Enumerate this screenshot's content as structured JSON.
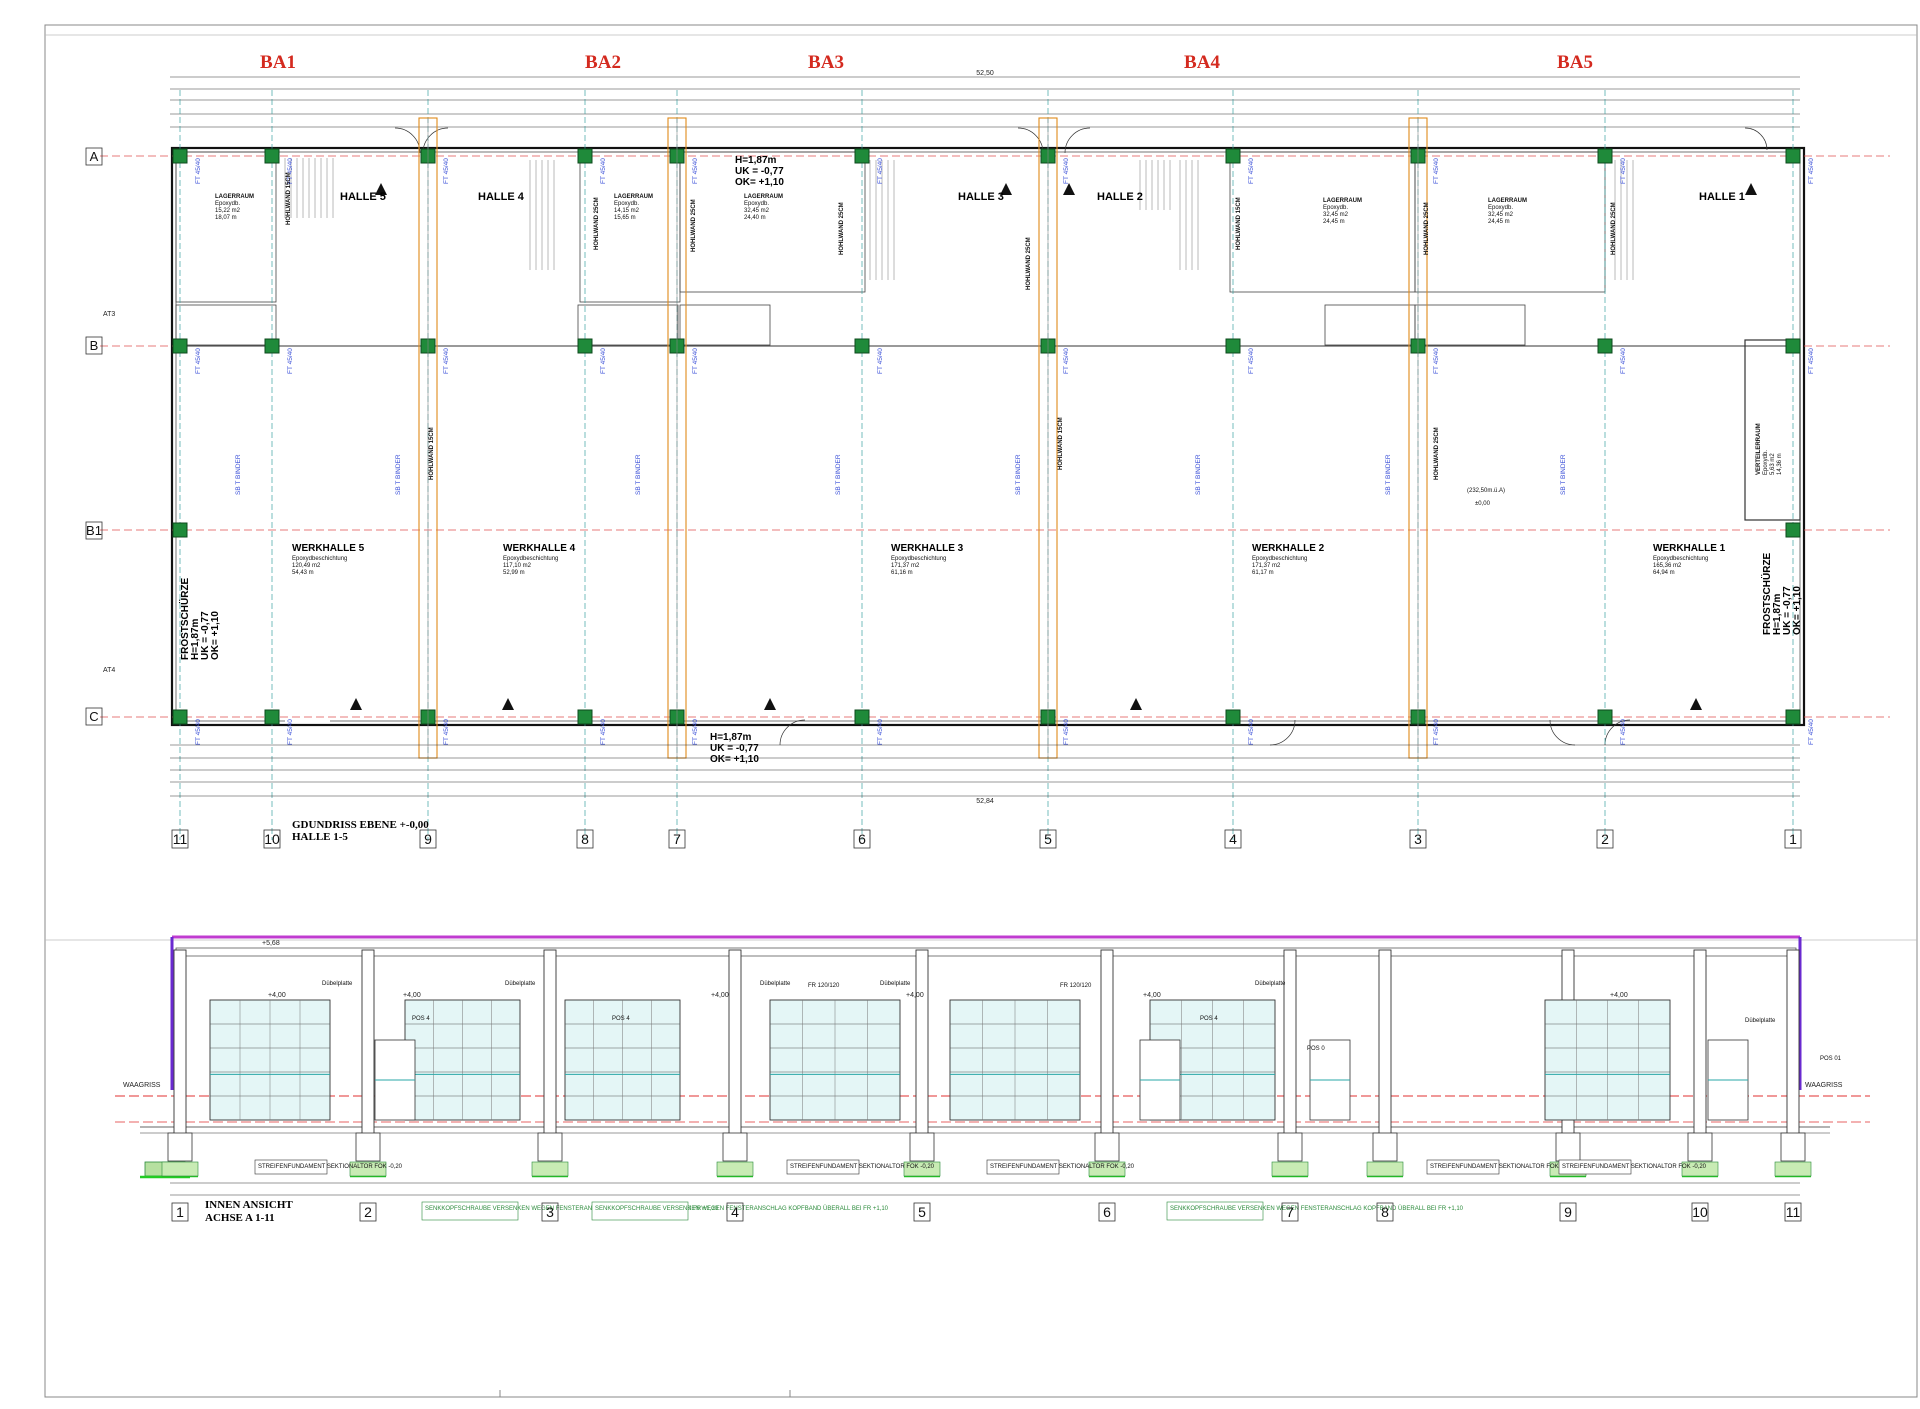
{
  "section_labels": [
    "BA1",
    "BA2",
    "BA3",
    "BA4",
    "BA5"
  ],
  "plan": {
    "title_line1": "GDUNDRISS EBENE +-0,00",
    "title_line2": "HALLE 1-5",
    "row_labels": [
      "A",
      "B",
      "B1",
      "C"
    ],
    "row_aux_labels": [
      "AT3",
      "AT4"
    ],
    "axis_labels": [
      "11",
      "10",
      "9",
      "8",
      "7",
      "6",
      "5",
      "4",
      "3",
      "2",
      "1"
    ],
    "total_top": "52,50",
    "total_bottom": "52,84",
    "halls": [
      {
        "name": "HALLE 5"
      },
      {
        "name": "HALLE 4"
      },
      {
        "name": "HALLE 3"
      },
      {
        "name": "HALLE 2"
      },
      {
        "name": "HALLE 1"
      }
    ],
    "workshops": [
      {
        "name": "WERKHALLE 5",
        "finish": "Epoxydbeschichtung",
        "area": "120,49 m2",
        "perimeter": "54,43  m"
      },
      {
        "name": "WERKHALLE 4",
        "finish": "Epoxydbeschichtung",
        "area": "117,10 m2",
        "perimeter": "52,99  m"
      },
      {
        "name": "WERKHALLE 3",
        "finish": "Epoxydbeschichtung",
        "area": "171,37 m2",
        "perimeter": "61,16  m"
      },
      {
        "name": "WERKHALLE 2",
        "finish": "Epoxydbeschichtung",
        "area": "171,37 m2",
        "perimeter": "61,17  m"
      },
      {
        "name": "WERKHALLE 1",
        "finish": "Epoxydbeschichtung",
        "area": "165,36 m2",
        "perimeter": "64,94  m"
      }
    ],
    "storerooms": [
      {
        "name": "LAGERRAUM",
        "finish": "Epoxydb.",
        "area": "15,22 m2",
        "perimeter": "18,07  m"
      },
      {
        "name": "LAGERRAUM",
        "finish": "Epoxydb.",
        "area": "14,15 m2",
        "perimeter": "15,65  m"
      },
      {
        "name": "LAGERRAUM",
        "finish": "Epoxydb.",
        "area": "32,45 m2",
        "perimeter": "24,40  m"
      },
      {
        "name": "LAGERRAUM",
        "finish": "Epoxydb.",
        "area": "32,45 m2",
        "perimeter": "24,45  m"
      },
      {
        "name": "LAGERRAUM",
        "finish": "Epoxydb.",
        "area": "32,45 m2",
        "perimeter": "24,45  m"
      }
    ],
    "wall_labels": [
      "HOHLWAND 15CM",
      "HOHLWAND 15CM",
      "HOHLWAND 25CM",
      "HOHLWAND 25CM",
      "HOHLWAND 25CM",
      "HOHLWAND 25CM",
      "HOHLWAND 15CM",
      "HOHLWAND 15CM",
      "HOHLWAND 25CM",
      "HOHLWAND 25CM",
      "HOHLWAND 25CM"
    ],
    "frost_label": [
      "FROSTSCHÜRZE",
      "H=1,87m",
      "UK = -0,77",
      "OK= +1,10"
    ],
    "frost_note_top": [
      "H=1,87m",
      "UK = -0,77",
      "OK= +1,10"
    ],
    "frost_note_bottom": [
      "H=1,87m",
      "UK = -0,77",
      "OK= +1,10"
    ],
    "binder_label": "SB T BINDER",
    "elevation_mark": "(232,50m.ü.A)",
    "zero_mark": "±0,00",
    "verteiler": [
      "VERTEILERRAUM",
      "Epoxydb.",
      "5,63 m2",
      "14,36  m"
    ],
    "column_tag": "FT 45/40"
  },
  "elevation": {
    "title_line1": "INNEN ANSICHT",
    "title_line2": "ACHSE  A  1-11",
    "axis_labels": [
      "1",
      "2",
      "3",
      "4",
      "5",
      "6",
      "7",
      "8",
      "9",
      "10",
      "11"
    ],
    "waagriss": "WAAGRISS",
    "pos_labels": [
      "POS 4",
      "POS 4",
      "POS 4",
      "POS 0",
      "POS 01"
    ],
    "fr_label": "FR 120/120",
    "dubel": "Dübelplatte",
    "level_top": "+5,68",
    "level_door": "+4,00",
    "fundament_note": "STREIFENFUNDAMENT SEKTIONALTOR  FOK -0,20",
    "green_note": "SENKKOPFSCHRAUBE VERSENKEN WEGEN FENSTERANSCHLAG KOPFBAND ÜBERALL BEI FR +1,10"
  }
}
